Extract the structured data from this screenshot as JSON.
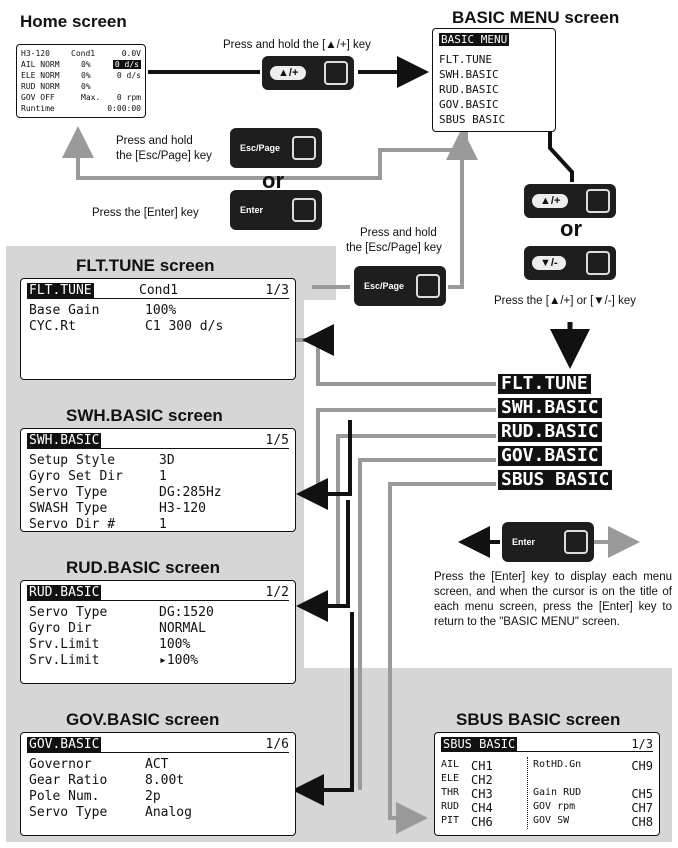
{
  "home": {
    "heading": "Home screen",
    "rows": [
      [
        "H3-120",
        "Cond1",
        "0.0V"
      ],
      [
        "AIL NORM",
        "0%",
        "0 d/s"
      ],
      [
        "ELE NORM",
        "0%",
        "0 d/s"
      ],
      [
        "RUD NORM",
        "0%",
        ""
      ],
      [
        "GOV OFF",
        "Max.",
        "0 rpm"
      ],
      [
        "Runtime",
        "",
        "0:00:00"
      ]
    ]
  },
  "basic_menu": {
    "heading": "BASIC MENU screen",
    "title": "BASIC MENU",
    "items": [
      "FLT.TUNE",
      "SWH.BASIC",
      "RUD.BASIC",
      "GOV.BASIC",
      "SBUS BASIC"
    ]
  },
  "keys": {
    "up": "▲/+",
    "down": "▼/-",
    "esc": "Esc/Page",
    "enter": "Enter"
  },
  "captions": {
    "hold_up": "Press and hold the [▲/+] key",
    "hold_esc_1": "Press and hold",
    "hold_esc_2": "the [Esc/Page] key",
    "press_enter": "Press the [Enter] key",
    "hold_esc_mid_1": "Press and hold",
    "hold_esc_mid_2": "the [Esc/Page] key",
    "press_updown": "Press the [▲/+] or [▼/-] key",
    "or": "or",
    "enter_note": "Press the [Enter] key to display each menu screen, and when the cursor is on the title of each menu screen, press the [Enter] key to return to the \"BASIC MENU\" screen."
  },
  "flt": {
    "heading": "FLT.TUNE screen",
    "title": "FLT.TUNE",
    "cond": "Cond1",
    "page": "1/3",
    "rows": [
      [
        "Base Gain",
        "100%"
      ],
      [
        "CYC.Rt",
        "C1  300 d/s"
      ]
    ]
  },
  "swh": {
    "heading": "SWH.BASIC screen",
    "title": "SWH.BASIC",
    "page": "1/5",
    "rows": [
      [
        "Setup Style",
        "3D"
      ],
      [
        "Gyro Set Dir",
        "1"
      ],
      [
        "Servo Type",
        "DG:285Hz"
      ],
      [
        "SWASH Type",
        "H3-120"
      ],
      [
        "Servo Dir #",
        "1"
      ]
    ]
  },
  "rud": {
    "heading": "RUD.BASIC screen",
    "title": "RUD.BASIC",
    "page": "1/2",
    "rows": [
      [
        "Servo Type",
        "DG:1520"
      ],
      [
        "Gyro Dir",
        "NORMAL"
      ],
      [
        "Srv.Limit",
        "100%"
      ],
      [
        "Srv.Limit",
        "▸100%"
      ]
    ]
  },
  "gov": {
    "heading": "GOV.BASIC screen",
    "title": "GOV.BASIC",
    "page": "1/6",
    "rows": [
      [
        "Governor",
        "ACT"
      ],
      [
        "Gear Ratio",
        "8.00t"
      ],
      [
        "Pole Num.",
        "2p"
      ],
      [
        "Servo Type",
        "Analog"
      ]
    ]
  },
  "sbus": {
    "heading": "SBUS BASIC screen",
    "title": "SBUS BASIC",
    "page": "1/3",
    "left": [
      [
        "AIL",
        "CH1"
      ],
      [
        "ELE",
        "CH2"
      ],
      [
        "THR",
        "CH3"
      ],
      [
        "RUD",
        "CH4"
      ],
      [
        "PIT",
        "CH6"
      ]
    ],
    "right": [
      [
        "RotHD.Gn",
        "CH9"
      ],
      [
        "",
        ""
      ],
      [
        "Gain RUD",
        "CH5"
      ],
      [
        "GOV rpm",
        "CH7"
      ],
      [
        "GOV SW",
        "CH8"
      ]
    ]
  },
  "colors": {
    "arrow_black": "#111111",
    "arrow_gray": "#9a9a9a",
    "panel_gray": "#d6d6d6"
  }
}
